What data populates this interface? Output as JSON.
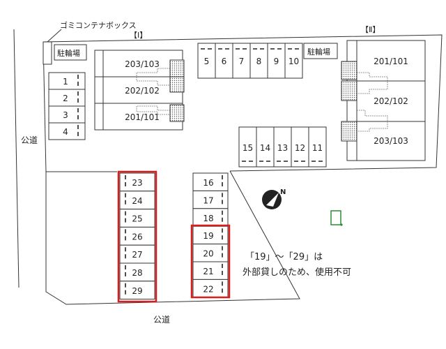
{
  "labels": {
    "garbage_box": "ゴミコンテナボックス",
    "building_1": "【Ⅰ】",
    "building_2": "【Ⅱ】",
    "bike_parking_1": "駐輪場",
    "bike_parking_2": "駐輪場",
    "public_road_left": "公道",
    "public_road_bottom": "公道",
    "note_line1": "「19」～「29」は",
    "note_line2": "外部貸しのため、使用不可"
  },
  "building_1_units": [
    "203/103",
    "202/102",
    "201/101"
  ],
  "building_2_units": [
    "201/101",
    "202/102",
    "203/103"
  ],
  "spaces_left_column": [
    "1",
    "2",
    "3",
    "4"
  ],
  "spaces_top_row": [
    "5",
    "6",
    "7",
    "8",
    "9",
    "10"
  ],
  "spaces_middle_row": [
    "15",
    "14",
    "13",
    "12",
    "11"
  ],
  "spaces_center_column": [
    "16",
    "17",
    "18",
    "19",
    "20",
    "21",
    "22"
  ],
  "spaces_bottom_left_column": [
    "23",
    "24",
    "25",
    "26",
    "27",
    "28",
    "29"
  ],
  "compass_label": "N",
  "colors": {
    "restricted_outline": "#d81e1e",
    "marker": "#2e8b3a"
  }
}
